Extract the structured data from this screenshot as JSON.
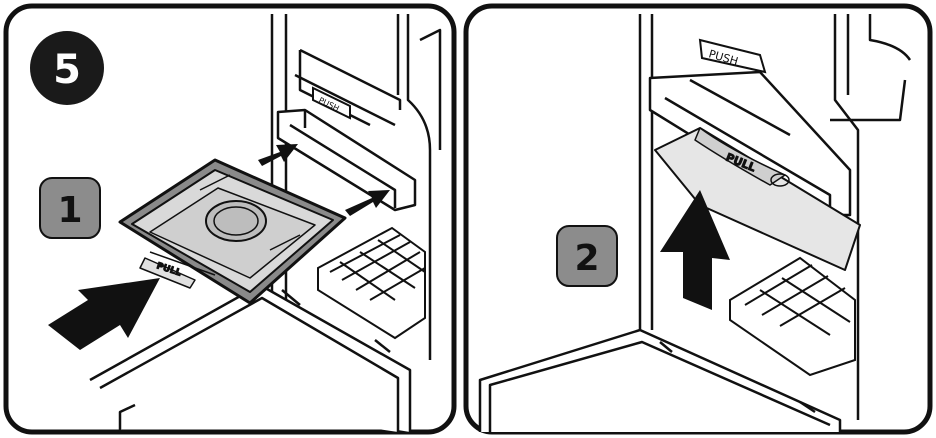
{
  "step": {
    "number": "5"
  },
  "panels": [
    {
      "sub_step": "1",
      "filter_tab_text": "PULL",
      "button_text": "PUSH"
    },
    {
      "sub_step": "2",
      "filter_tab_text": "PULL",
      "button_text": "PUSH"
    }
  ],
  "colors": {
    "outline": "#111111",
    "badge_dark": "#1a1a1a",
    "badge_grey": "#8c8c8c",
    "filter_grey": "#8a8a8a",
    "filter_light": "#d9d9d9",
    "bag_light": "#e6e6e6"
  }
}
